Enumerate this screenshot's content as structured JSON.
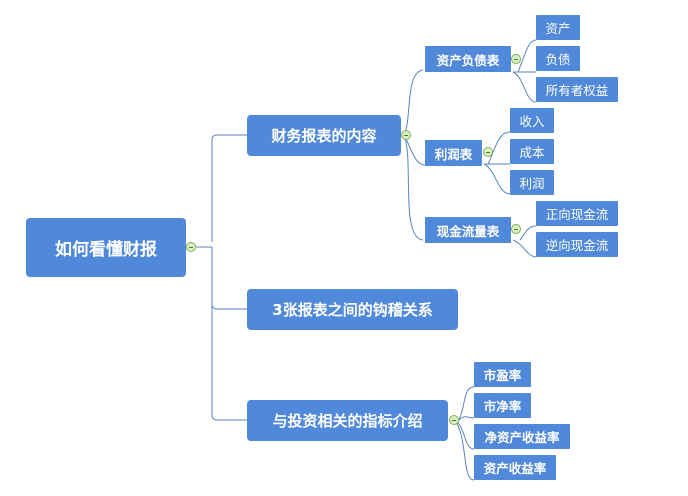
{
  "mindmap": {
    "root": {
      "label": "如何看懂财报"
    },
    "branches": [
      {
        "label": "财务报表的内容",
        "children": [
          {
            "label": "资产负债表",
            "children": [
              "资产",
              "负债",
              "所有者权益"
            ]
          },
          {
            "label": "利润表",
            "children": [
              "收入",
              "成本",
              "利润"
            ]
          },
          {
            "label": "现金流量表",
            "children": [
              "正向现金流",
              "逆向现金流"
            ]
          }
        ]
      },
      {
        "label": "3张报表之间的钩稽关系",
        "children": []
      },
      {
        "label": "与投资相关的指标介绍",
        "children": [
          "市盈率",
          "市净率",
          "净资产收益率",
          "资产收益率"
        ]
      }
    ]
  },
  "colors": {
    "node_fill": "#5089da",
    "node_text": "#ffffff",
    "connector": "#5a86bc",
    "toggle_fill": "#d9efc4",
    "toggle_border": "#7fb24f"
  },
  "toggle_icon": "collapse-minus-icon"
}
